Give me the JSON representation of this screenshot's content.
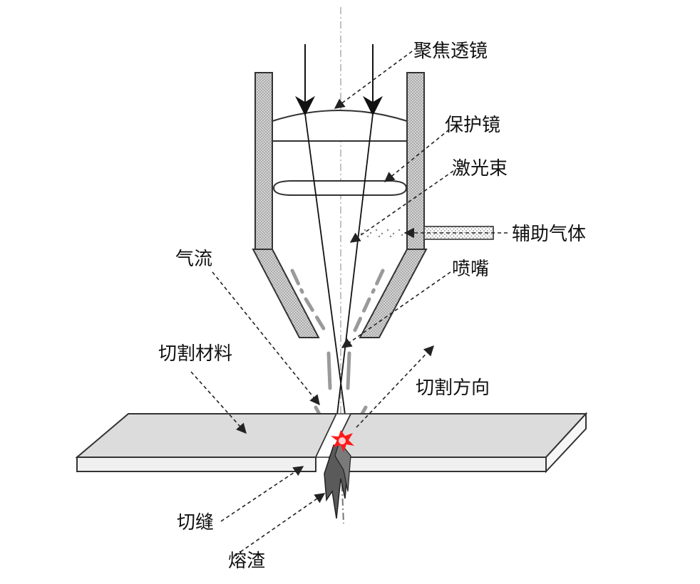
{
  "labels": {
    "focus_lens": "聚焦透镜",
    "protective_lens": "保护镜",
    "laser_beam": "激光束",
    "assist_gas": "辅助气体",
    "gas_flow": "气流",
    "nozzle": "喷嘴",
    "cutting_material": "切割材料",
    "cutting_direction": "切割方向",
    "kerf": "切缝",
    "slag": "熔渣"
  },
  "colors": {
    "outline": "#333333",
    "arrow": "#222222",
    "hatch_fill": "#c8c8c8",
    "plate_top": "#dcdcdc",
    "plate_front": "#f0f0f0",
    "gas_stream": "#9a9a9a",
    "spark": "#ff1a1a",
    "slag": "#555555"
  }
}
